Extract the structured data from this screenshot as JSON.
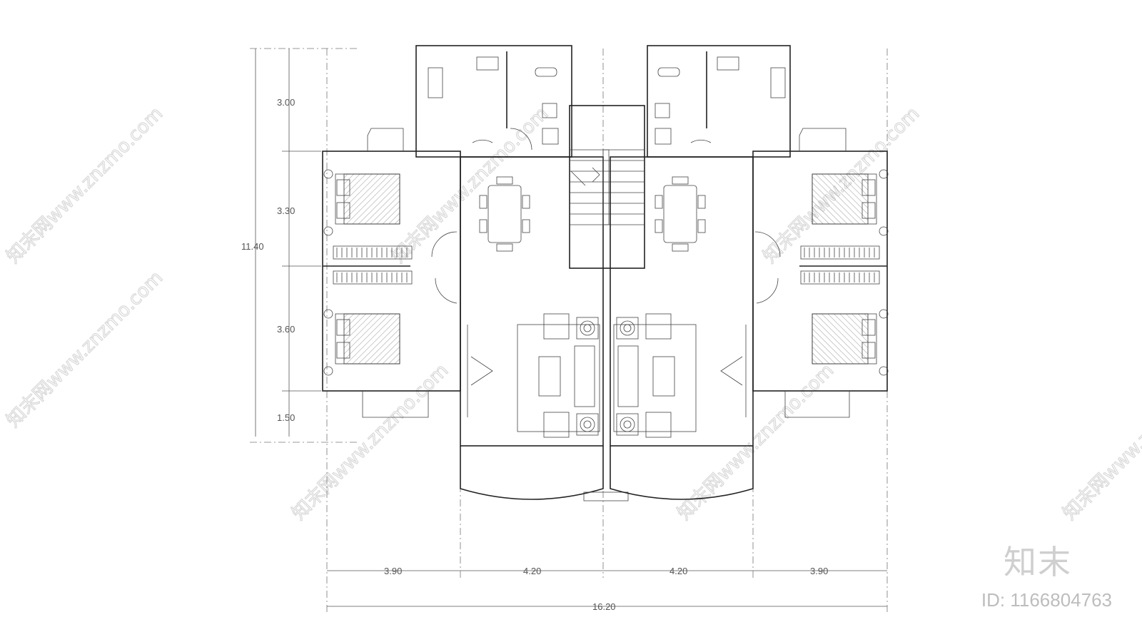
{
  "drawing": {
    "vertical_dims": [
      "3.00",
      "3.30",
      "3.60",
      "1.50"
    ],
    "overall_vertical": "11.40",
    "horizontal_dims": [
      "3.90",
      "4.20",
      "4.20",
      "3.90"
    ],
    "overall_horizontal": "16.20"
  },
  "watermark": {
    "text": "知末网www.znzmo.com",
    "brand": "知末",
    "id_label": "ID: 1166804763"
  },
  "colors": {
    "line": "#222222",
    "dimension": "#555555",
    "watermark": "#d9d9d9"
  }
}
